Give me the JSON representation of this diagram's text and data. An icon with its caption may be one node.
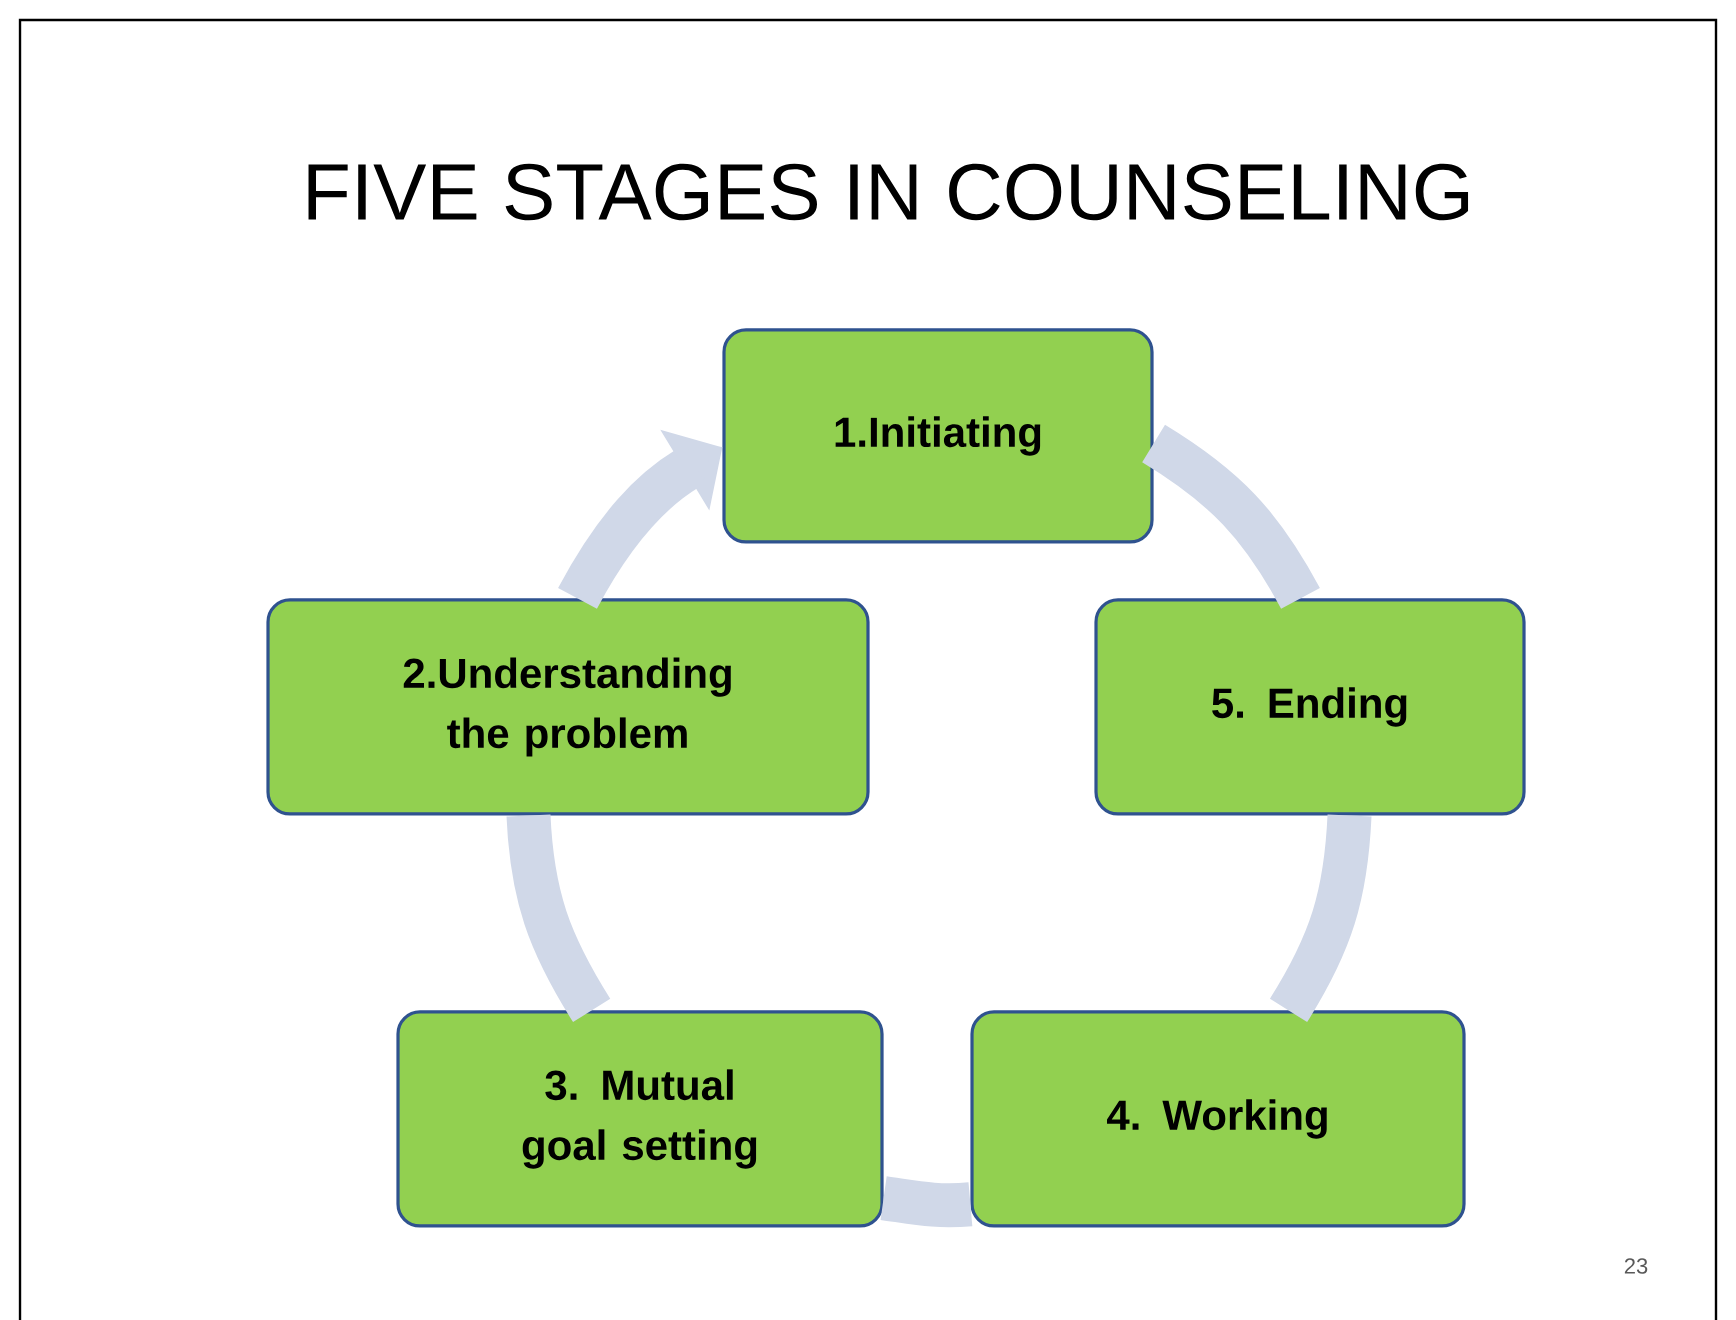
{
  "diagram": {
    "title": "FIVE STAGES IN COUNSELING",
    "nodes": [
      {
        "text": [
          "1.Initiating"
        ]
      },
      {
        "text": [
          "2.Understanding the problem"
        ]
      },
      {
        "text": [
          "5. Ending"
        ]
      },
      {
        "text": [
          "3. Mutual goal setting"
        ]
      },
      {
        "text": [
          "4. Working"
        ]
      }
    ],
    "edges": [
      {
        "from": 0,
        "to": 2,
        "arrow": "none"
      },
      {
        "from": 2,
        "to": 4,
        "arrow": "none"
      },
      {
        "from": 4,
        "to": 3,
        "arrow": "none"
      },
      {
        "from": 3,
        "to": 1,
        "arrow": "none"
      },
      {
        "from": 1,
        "to": 0,
        "arrow": "to"
      }
    ],
    "labels": [
      "23"
    ]
  }
}
